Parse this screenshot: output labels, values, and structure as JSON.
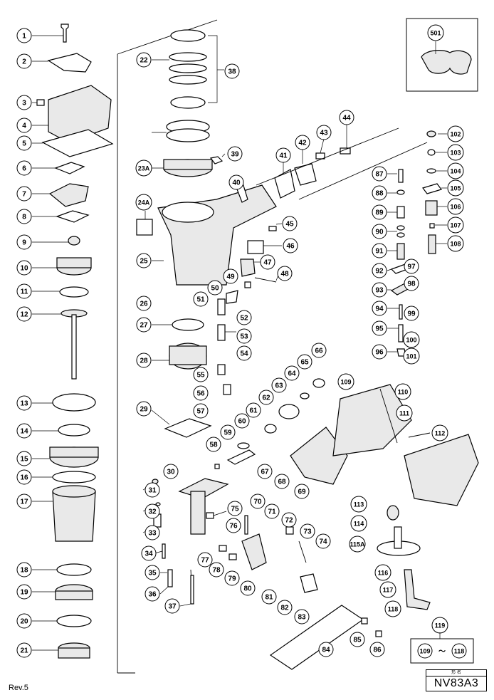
{
  "revision": "Rev.5",
  "model": "NV83A3",
  "title_block_header": "形   名",
  "parts": [
    "1",
    "2",
    "3",
    "4",
    "5",
    "6",
    "7",
    "8",
    "9",
    "10",
    "11",
    "12",
    "13",
    "14",
    "15",
    "16",
    "17",
    "18",
    "19",
    "20",
    "21",
    "22",
    "23A",
    "24A",
    "25",
    "26",
    "27",
    "28",
    "29",
    "30",
    "31",
    "32",
    "33",
    "34",
    "35",
    "36",
    "37",
    "38",
    "39",
    "40",
    "41",
    "42",
    "43",
    "44",
    "45",
    "46",
    "47",
    "48",
    "49",
    "50",
    "51",
    "52",
    "53",
    "54",
    "55",
    "56",
    "57",
    "58",
    "59",
    "60",
    "61",
    "62",
    "63",
    "64",
    "65",
    "66",
    "67",
    "68",
    "69",
    "70",
    "71",
    "72",
    "73",
    "74",
    "75",
    "76",
    "77",
    "78",
    "79",
    "80",
    "81",
    "82",
    "83",
    "84",
    "85",
    "86",
    "87",
    "88",
    "89",
    "90",
    "91",
    "92",
    "93",
    "94",
    "95",
    "96",
    "97",
    "98",
    "99",
    "100",
    "101",
    "102",
    "103",
    "104",
    "105",
    "106",
    "107",
    "108",
    "109",
    "110",
    "111",
    "112",
    "113",
    "114",
    "115A",
    "116",
    "117",
    "118",
    "119",
    "501"
  ],
  "kit": {
    "from": "109",
    "separator": "～",
    "to": "118"
  }
}
